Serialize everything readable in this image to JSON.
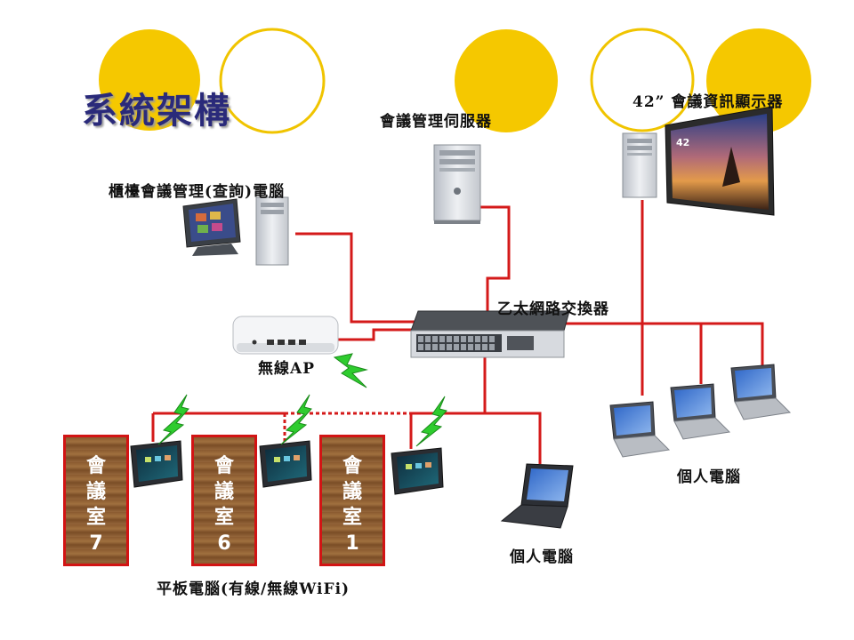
{
  "title": "系統架構",
  "labels": {
    "server": "會議管理伺服器",
    "display": "42” 會議資訊顯示器",
    "counter_pc": "櫃檯會議管理(查詢)電腦",
    "switch": "乙太網路交換器",
    "wireless_ap": "無線AP",
    "pc_right": "個人電腦",
    "pc_bottom": "個人電腦",
    "tablets": "平板電腦(有線/無線WiFi)"
  },
  "display_screen_text": "42",
  "rooms": [
    {
      "chars": [
        "會",
        "議",
        "室",
        "7"
      ]
    },
    {
      "chars": [
        "會",
        "議",
        "室",
        "6"
      ]
    },
    {
      "chars": [
        "會",
        "議",
        "室",
        "1"
      ]
    }
  ],
  "colors": {
    "title": "#2a2a7a",
    "circle_fill": "#f5c800",
    "circle_ring": "#f0c400",
    "link_line": "#d41a1a",
    "room_border": "#d21414",
    "wifi_bolt": "#2ecc2e"
  }
}
